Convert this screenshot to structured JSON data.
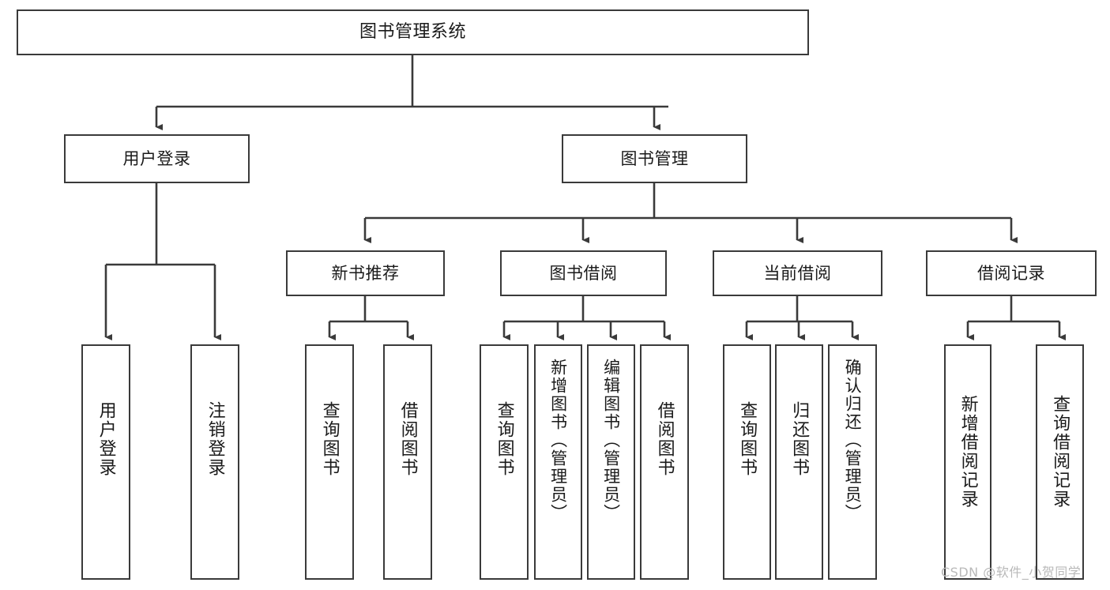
{
  "diagram": {
    "title": "图书管理系统",
    "type": "tree-hierarchy-chart",
    "line_color": "#3a3a3a",
    "box_fill": "#ffffff",
    "text_color": "#1a1a1a"
  },
  "root": {
    "label": "图书管理系统"
  },
  "level2": [
    {
      "label": "用户登录"
    },
    {
      "label": "图书管理"
    }
  ],
  "level3": [
    {
      "label": "新书推荐"
    },
    {
      "label": "图书借阅"
    },
    {
      "label": "当前借阅"
    },
    {
      "label": "借阅记录"
    }
  ],
  "leaves": {
    "user_login": [
      {
        "label": "用户登录"
      },
      {
        "label": "注销登录"
      }
    ],
    "new_book_recommend": [
      {
        "label": "查询图书"
      },
      {
        "label": "借阅图书"
      }
    ],
    "book_borrow": [
      {
        "label": "查询图书"
      },
      {
        "label": "新增图书（管理员）"
      },
      {
        "label": "编辑图书（管理员）"
      },
      {
        "label": "借阅图书"
      }
    ],
    "current_borrow": [
      {
        "label": "查询图书"
      },
      {
        "label": "归还图书"
      },
      {
        "label": "确认归还（管理员）"
      }
    ],
    "borrow_record": [
      {
        "label": "新增借阅记录"
      },
      {
        "label": "查询借阅记录"
      }
    ]
  },
  "watermark": {
    "text": "CSDN @软件_小贺同学"
  }
}
